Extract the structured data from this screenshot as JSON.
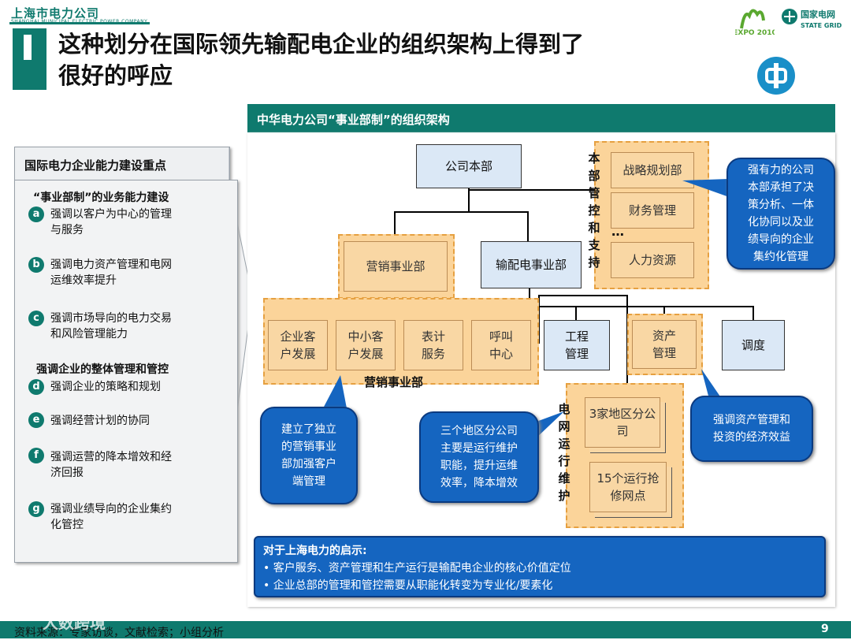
{
  "header": {
    "company_cn": "上海市电力公司",
    "company_en": "SHANGHAI MUNICIPAL ELECTRIC POWER COMPANY",
    "title_line1": "这种划分在国际领先输配电企业的组织架构上得到了",
    "title_line2": "很好的呼应",
    "logo_expo": "EXPO 2010",
    "logo_sg_cn": "国家电网",
    "logo_sg_en": "STATE GRID",
    "logo_zh": "中"
  },
  "left_panel": {
    "heading": "国际电力企业能力建设重点",
    "section1_title": "“事业部制”的业务能力建设",
    "section2_title": "强调企业的整体管理和管控",
    "items": [
      {
        "badge": "a",
        "text1": "强调以客户为中心的管理",
        "text2": "与服务"
      },
      {
        "badge": "b",
        "text1": "强调电力资产管理和电网",
        "text2": "运维效率提升"
      },
      {
        "badge": "c",
        "text1": "强调市场导向的电力交易",
        "text2": "和风险管理能力"
      },
      {
        "badge": "d",
        "text1": "强调企业的策略和规划",
        "text2": ""
      },
      {
        "badge": "e",
        "text1": "强调经营计划的协同",
        "text2": ""
      },
      {
        "badge": "f",
        "text1": "强调运营的降本增效和经",
        "text2": "济回报"
      },
      {
        "badge": "g",
        "text1": "强调业绩导向的企业集约",
        "text2": "化管控"
      }
    ]
  },
  "chart": {
    "heading": "中华电力公司“事业部制”的组织架构",
    "hq": "公司本部",
    "hq_side_label": "本部管控和支持",
    "hq_side_boxes": [
      "战略规划部",
      "财务管理",
      "人力资源"
    ],
    "ellipsis": "…",
    "marketing_dept": "营销事业部",
    "td_dept": "输配电事业部",
    "marketing_subs": [
      {
        "l1": "企业客",
        "l2": "户发展"
      },
      {
        "l1": "中小客",
        "l2": "户发展"
      },
      {
        "l1": "表计",
        "l2": "服务"
      },
      {
        "l1": "呼叫",
        "l2": "中心"
      }
    ],
    "marketing_label": "营销事业部",
    "eng": {
      "l1": "工程",
      "l2": "管理"
    },
    "asset": {
      "l1": "资产",
      "l2": "管理"
    },
    "dispatch": "调度",
    "grid_label": "电网运行维护",
    "regional": {
      "l1": "3家地区分公",
      "l2": "司"
    },
    "repair": {
      "l1": "15个运行抢",
      "l2": "修网点"
    },
    "callout_hq": [
      "强有力的公司",
      "本部承担了决",
      "策分析、一体",
      "化协同以及业",
      "绩导向的企业",
      "集约化管理"
    ],
    "callout_mkt": [
      "建立了独立",
      "的营销事业",
      "部加强客户",
      "端管理"
    ],
    "callout_grid": [
      "三个地区分公司",
      "主要是运行维护",
      "职能，提升运维",
      "效率，降本增效"
    ],
    "callout_asset": [
      "强调资产管理和",
      "投资的经济效益"
    ]
  },
  "insight": {
    "title": "对于上海电力的启示:",
    "bullet1": "客户服务、资产管理和生产运行是输配电企业的核心价值定位",
    "bullet2": "企业总部的管理和管控需要从职能化转变为专业化/要素化"
  },
  "footer": {
    "source": "资料来源：专家访谈，文献检索；小组分析",
    "watermark": "大数跨境",
    "page": "9"
  }
}
